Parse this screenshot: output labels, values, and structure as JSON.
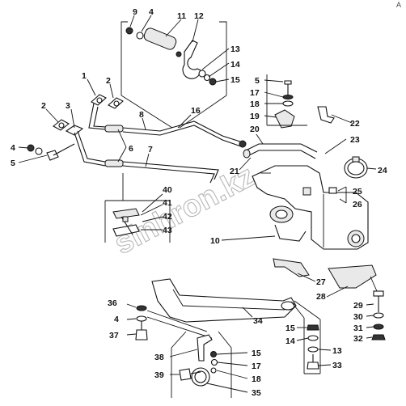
{
  "watermark": "sinhron.kz",
  "corner_mark": "A",
  "callouts": {
    "c1": "1",
    "c2a": "2",
    "c2b": "2",
    "c3": "3",
    "c4a": "4",
    "c4b": "4",
    "c4c": "4",
    "c5a": "5",
    "c5b": "5",
    "c6": "6",
    "c7": "7",
    "c8": "8",
    "c9": "9",
    "c10": "10",
    "c11": "11",
    "c12": "12",
    "c13a": "13",
    "c13b": "13",
    "c14a": "14",
    "c14b": "14",
    "c15a": "15",
    "c15b": "15",
    "c15c": "15",
    "c16": "16",
    "c17a": "17",
    "c17b": "17",
    "c18a": "18",
    "c18b": "18",
    "c19": "19",
    "c20": "20",
    "c21": "21",
    "c22": "22",
    "c23": "23",
    "c24": "24",
    "c25": "25",
    "c26": "26",
    "c27": "27",
    "c28": "28",
    "c29": "29",
    "c30": "30",
    "c31": "31",
    "c32": "32",
    "c33": "33",
    "c34": "34",
    "c35": "35",
    "c36": "36",
    "c37": "37",
    "c38": "38",
    "c39": "39",
    "c40": "40",
    "c41": "41",
    "c42": "42",
    "c43": "43"
  }
}
